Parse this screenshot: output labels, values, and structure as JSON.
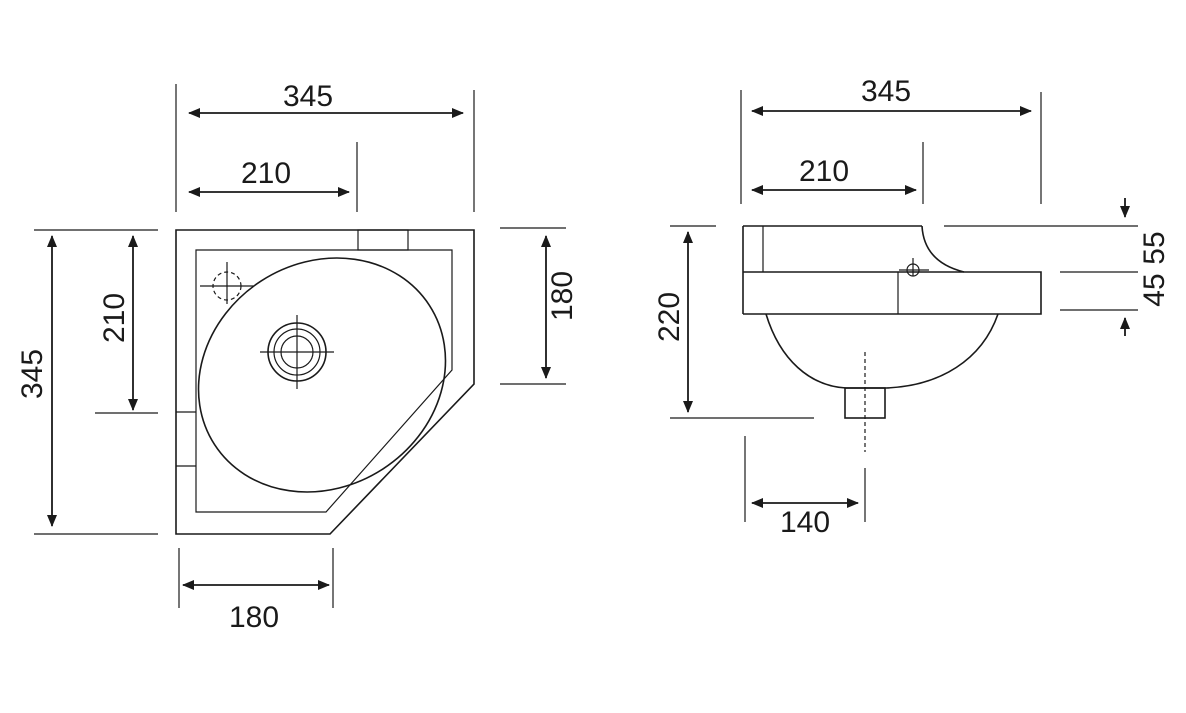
{
  "colors": {
    "line": "#1a1a1a",
    "background": "#ffffff"
  },
  "top_view": {
    "overall_width": "345",
    "inner_width": "210",
    "overall_depth": "345",
    "inner_depth": "210",
    "right_edge": "180",
    "bottom_edge": "180"
  },
  "side_view": {
    "overall_width": "345",
    "inner_width": "210",
    "height": "220",
    "drain_offset": "140",
    "rim_top": "55",
    "rim_bottom": "45"
  }
}
